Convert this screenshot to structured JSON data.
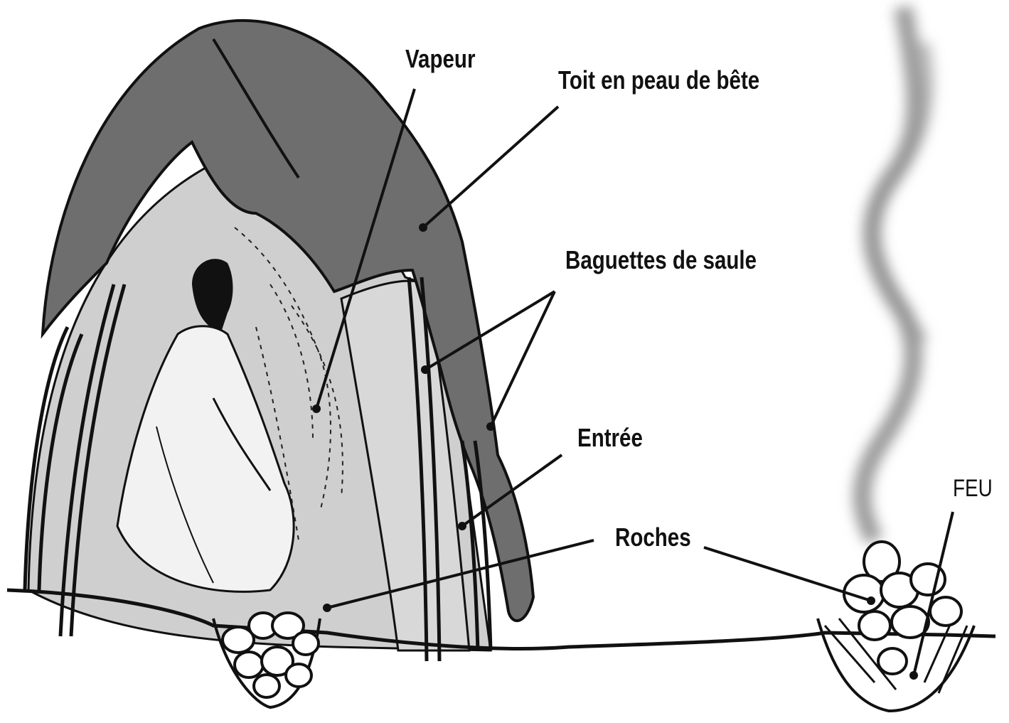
{
  "diagram": {
    "labels": {
      "steam": "Vapeur",
      "roof": "Toit en peau de bête",
      "willow_rods": "Baguettes de saule",
      "entrance": "Entrée",
      "rocks": "Roches",
      "fire": "FEU"
    },
    "colors": {
      "roof": "#6f6f6f",
      "interior": "#c9c9c9",
      "ink": "#111111",
      "smoke": "#8a8a8a"
    }
  }
}
